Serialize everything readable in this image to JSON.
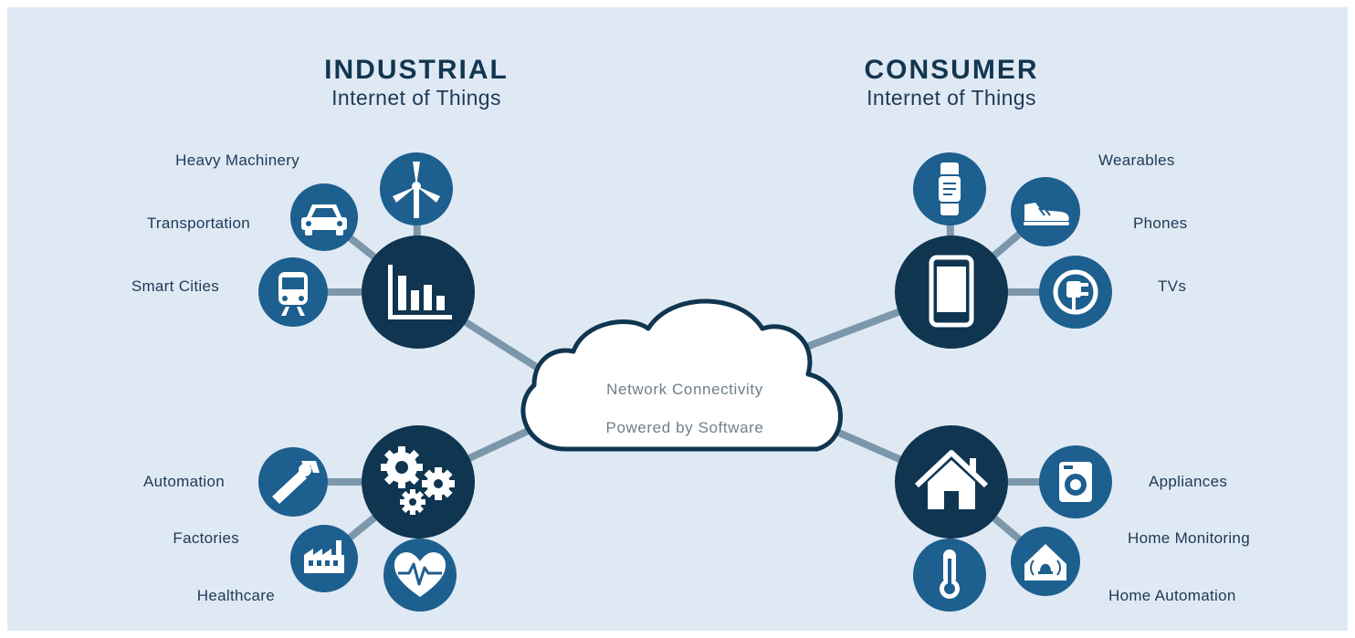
{
  "colors": {
    "background": "#dfe9f4",
    "hub": "#0f3550",
    "satellite": "#1d5f8f",
    "connector": "#7d97aa",
    "cloud_fill": "#ffffff",
    "cloud_stroke": "#0f3550",
    "text": "#1d3a55"
  },
  "industrial": {
    "title": "INDUSTRIAL",
    "subtitle": "Internet of Things",
    "top_hub_icon": "bar-chart-icon",
    "bottom_hub_icon": "gears-icon",
    "items": [
      {
        "label": "Heavy Machinery",
        "icon": "wind-turbine-icon"
      },
      {
        "label": "Transportation",
        "icon": "car-icon"
      },
      {
        "label": "Smart Cities",
        "icon": "train-icon"
      },
      {
        "label": "Automation",
        "icon": "robot-arm-icon"
      },
      {
        "label": "Factories",
        "icon": "factory-icon"
      },
      {
        "label": "Healthcare",
        "icon": "heart-pulse-icon"
      }
    ]
  },
  "consumer": {
    "title": "CONSUMER",
    "subtitle": "Internet of Things",
    "top_hub_icon": "smartphone-icon",
    "bottom_hub_icon": "house-icon",
    "items": [
      {
        "label": "Wearables",
        "icon": "smartwatch-icon"
      },
      {
        "label": "Phones",
        "icon": "sneaker-icon"
      },
      {
        "label": "TVs",
        "icon": "power-plug-icon"
      },
      {
        "label": "Appliances",
        "icon": "washing-machine-icon"
      },
      {
        "label": "Home Monitoring",
        "icon": "home-alarm-icon"
      },
      {
        "label": "Home Automation",
        "icon": "thermometer-icon"
      }
    ]
  },
  "center": {
    "line1": "Network Connectivity",
    "line2": "Powered by Software",
    "icon": "cloud-icon"
  }
}
